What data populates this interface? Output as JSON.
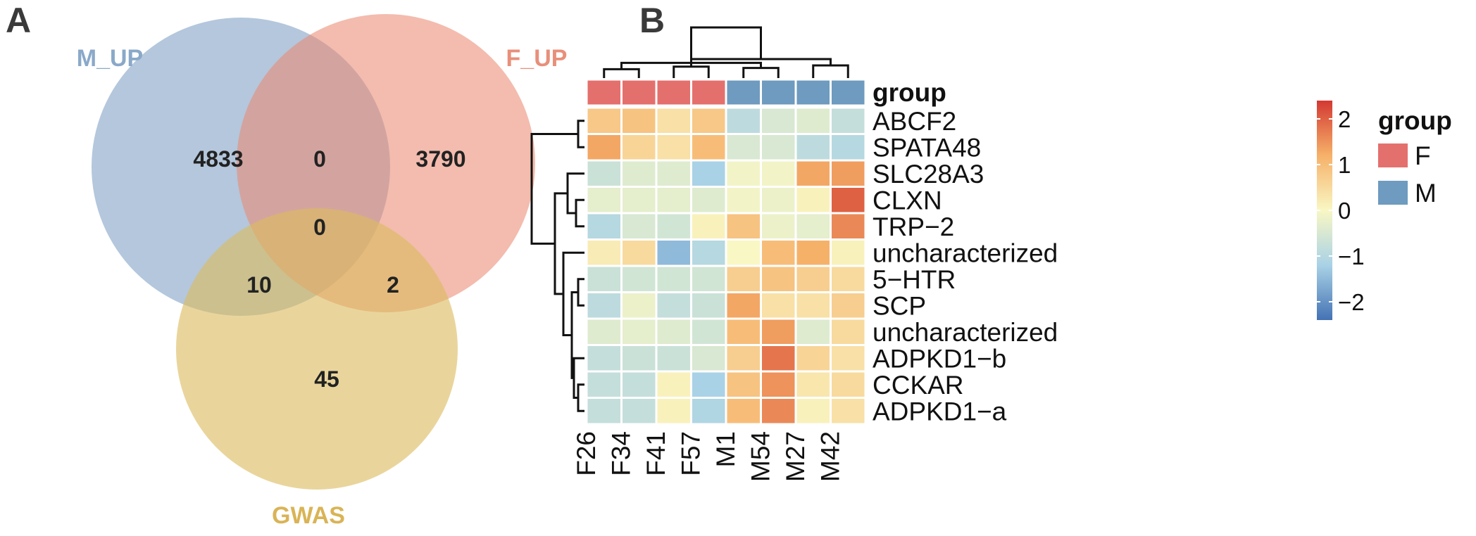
{
  "panels": {
    "a": "A",
    "b": "B"
  },
  "venn": {
    "sets": [
      {
        "key": "m",
        "label": "M_UP",
        "color": "#7e9fc3",
        "label_color": "#8aa9c9"
      },
      {
        "key": "f",
        "label": "F_UP",
        "color": "#ea8b74",
        "label_color": "#e88f7a"
      },
      {
        "key": "g",
        "label": "GWAS",
        "color": "#dcbb5f",
        "label_color": "#d9b456"
      }
    ],
    "counts": {
      "m_only": "4833",
      "f_only": "3790",
      "g_only": "45",
      "mf": "0",
      "mg": "10",
      "fg": "2",
      "mfg": "0"
    }
  },
  "chart_data": {
    "type": "heatmap",
    "columns": [
      "F26",
      "F34",
      "F41",
      "F57",
      "M1",
      "M54",
      "M27",
      "M42"
    ],
    "column_groups": [
      "F",
      "F",
      "F",
      "F",
      "M",
      "M",
      "M",
      "M"
    ],
    "rows": [
      "ABCF2",
      "SPATA48",
      "SLC28A3",
      "CLXN",
      "TRP−2",
      "uncharacterized",
      "5−HTR",
      "SCP",
      "uncharacterized",
      "ADPKD1−b",
      "CCKAR",
      "ADPKD1−a"
    ],
    "values": [
      [
        0.8,
        0.9,
        0.4,
        0.8,
        -0.9,
        -0.5,
        -0.4,
        -0.8
      ],
      [
        1.3,
        0.6,
        0.4,
        1.0,
        -0.5,
        -0.5,
        -0.9,
        -1.0
      ],
      [
        -0.7,
        -0.4,
        -0.4,
        -1.2,
        -0.1,
        -0.1,
        1.3,
        1.4
      ],
      [
        -0.3,
        -0.3,
        -0.3,
        -0.4,
        -0.1,
        -0.2,
        0.1,
        2.0
      ],
      [
        -1.0,
        -0.5,
        -0.6,
        0.1,
        0.9,
        -0.2,
        -0.3,
        1.6
      ],
      [
        0.2,
        0.5,
        -1.5,
        -1.0,
        0.0,
        1.0,
        1.2,
        0.1
      ],
      [
        -0.7,
        -0.6,
        -0.6,
        -0.6,
        0.7,
        0.9,
        0.7,
        0.5
      ],
      [
        -0.9,
        -0.2,
        -0.8,
        -0.7,
        1.3,
        0.4,
        0.4,
        0.7
      ],
      [
        -0.4,
        -0.3,
        -0.4,
        -0.6,
        1.0,
        1.4,
        -0.4,
        0.5
      ],
      [
        -0.8,
        -0.7,
        -0.7,
        -0.5,
        0.7,
        1.8,
        0.6,
        0.4
      ],
      [
        -0.8,
        -0.8,
        0.1,
        -1.2,
        0.9,
        1.5,
        0.3,
        0.5
      ],
      [
        -0.8,
        -0.8,
        0.1,
        -1.1,
        1.0,
        1.6,
        0.1,
        0.4
      ]
    ],
    "annotation_title": "group",
    "group_colors": {
      "F": "#e4706e",
      "M": "#6e9bbf"
    },
    "color_scale": {
      "range": [
        -2.4,
        2.4
      ],
      "stops": [
        "#4472b4",
        "#a9d2e6",
        "#f9f7c4",
        "#f6b169",
        "#d33932"
      ],
      "ticks": [
        2,
        1,
        0,
        -1,
        -2
      ],
      "tick_labels": [
        "2",
        "1",
        "0",
        "−1",
        "−2"
      ]
    },
    "legend": {
      "title": "group",
      "items": [
        "F",
        "M"
      ]
    },
    "col_dendrogram": [
      [
        4,
        5,
        0.4
      ],
      [
        6,
        7,
        0.5
      ],
      [
        2,
        3,
        0.45
      ],
      [
        0,
        1,
        0.35
      ],
      [
        8,
        11,
        0.6
      ],
      [
        9,
        10,
        0.75
      ],
      [
        12,
        13,
        2.0
      ]
    ],
    "row_dendrogram": [
      [
        0,
        1,
        0.3
      ],
      [
        3,
        4,
        0.4
      ],
      [
        2,
        13,
        0.8
      ],
      [
        6,
        7,
        0.3
      ],
      [
        10,
        11,
        0.3
      ],
      [
        9,
        16,
        0.5
      ],
      [
        15,
        17,
        0.6
      ],
      [
        5,
        18,
        1.0
      ],
      [
        14,
        19,
        1.4
      ],
      [
        12,
        20,
        2.5
      ]
    ]
  }
}
